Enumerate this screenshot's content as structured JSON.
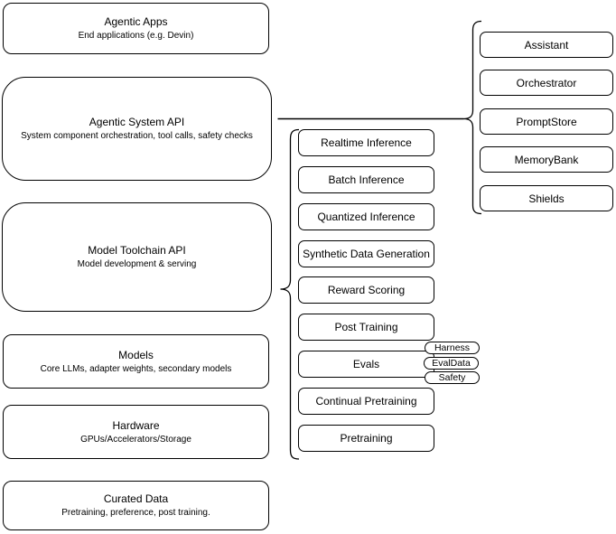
{
  "diagram": {
    "left_column": [
      {
        "title": "Agentic Apps",
        "subtitle": "End applications (e.g. Devin)"
      },
      {
        "title": "Agentic System API",
        "subtitle": "System component orchestration, tool calls, safety checks"
      },
      {
        "title": "Model Toolchain API",
        "subtitle": "Model development & serving"
      },
      {
        "title": "Models",
        "subtitle": "Core LLMs, adapter weights, secondary models"
      },
      {
        "title": "Hardware",
        "subtitle": "GPUs/Accelerators/Storage"
      },
      {
        "title": "Curated Data",
        "subtitle": "Pretraining, preference, post training."
      }
    ],
    "toolchain_items": [
      "Realtime Inference",
      "Batch Inference",
      "Quantized Inference",
      "Synthetic Data Generation",
      "Reward Scoring",
      "Post Training",
      "Evals",
      "Continual Pretraining",
      "Pretraining"
    ],
    "evals_sub_items": [
      "Harness",
      "EvalData",
      "Safety"
    ],
    "agentic_components": [
      "Assistant",
      "Orchestrator",
      "PromptStore",
      "MemoryBank",
      "Shields"
    ],
    "colors": {
      "stroke": "#000000",
      "fill": "#ffffff",
      "background": "#ffffff",
      "text": "#000000"
    }
  }
}
